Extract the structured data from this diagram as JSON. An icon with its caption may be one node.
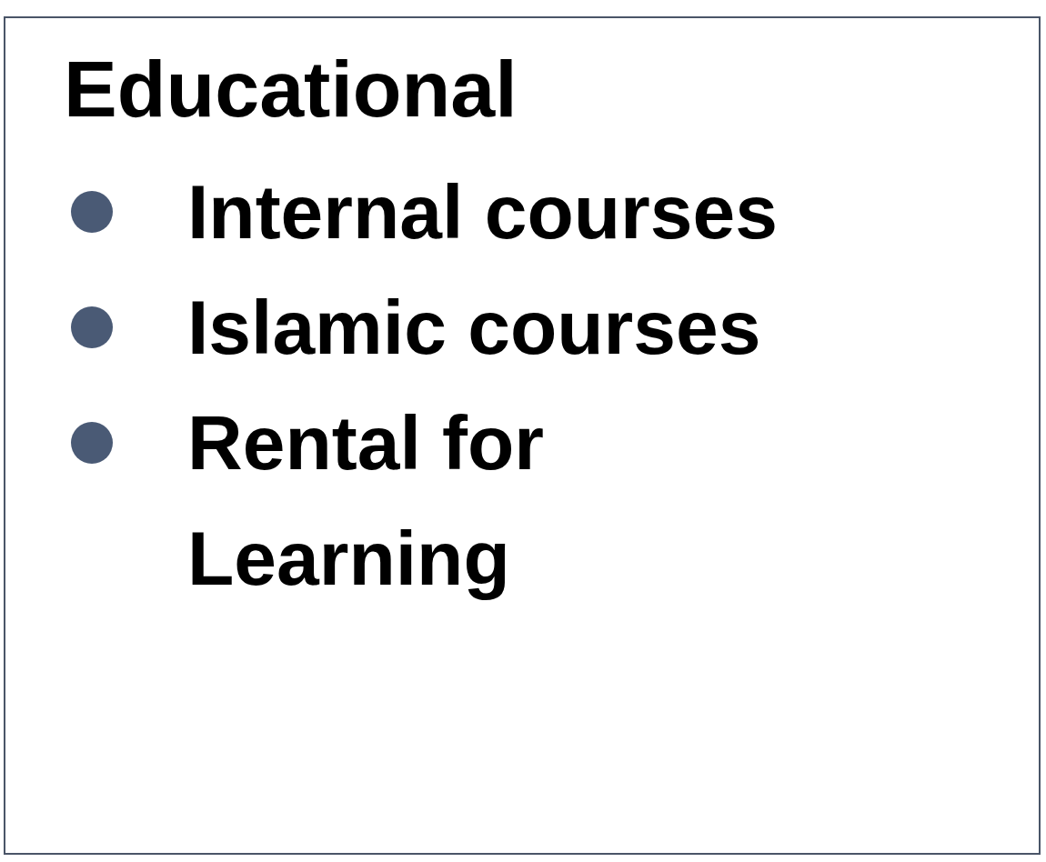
{
  "diagram": {
    "nodes": [
      {
        "text": [
          "Educational",
          "Internal courses",
          "Islamic courses",
          "Rental for Learning"
        ]
      }
    ]
  }
}
